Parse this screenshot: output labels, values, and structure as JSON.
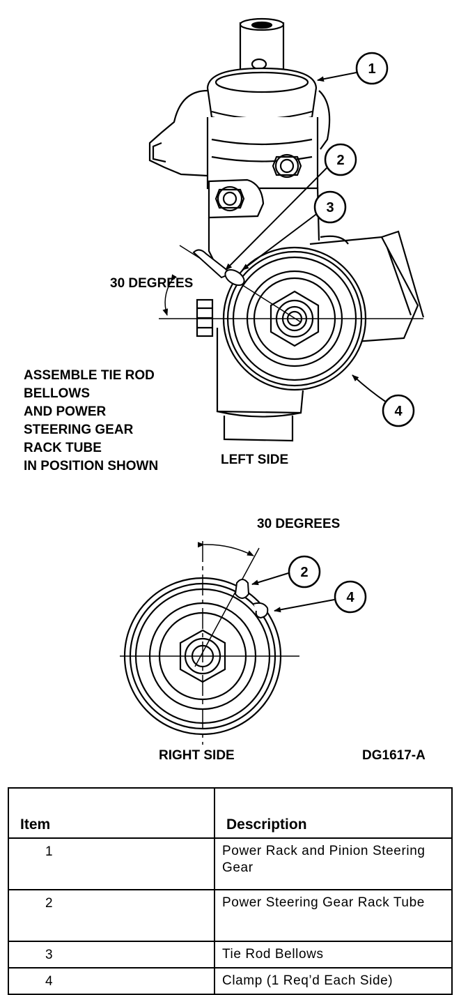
{
  "callouts": {
    "left": [
      "1",
      "2",
      "3",
      "4"
    ],
    "right": [
      "2",
      "4"
    ]
  },
  "labels": {
    "angle_left": "30 DEGREES",
    "angle_right": "30 DEGREES",
    "left_side": "LEFT SIDE",
    "right_side": "RIGHT SIDE",
    "figure_code": "DG1617-A"
  },
  "instruction": {
    "lines": [
      "ASSEMBLE TIE ROD",
      "BELLOWS",
      "AND POWER",
      "STEERING GEAR",
      "RACK TUBE",
      "IN POSITION SHOWN"
    ]
  },
  "table": {
    "headers": [
      "Item",
      "Description"
    ],
    "rows": [
      {
        "item": "1",
        "description": "Power Rack and Pinion Steering Gear"
      },
      {
        "item": "2",
        "description": "Power Steering Gear Rack Tube"
      },
      {
        "item": "3",
        "description": "Tie Rod Bellows"
      },
      {
        "item": "4",
        "description": "Clamp (1 Req’d Each Side)"
      }
    ]
  }
}
